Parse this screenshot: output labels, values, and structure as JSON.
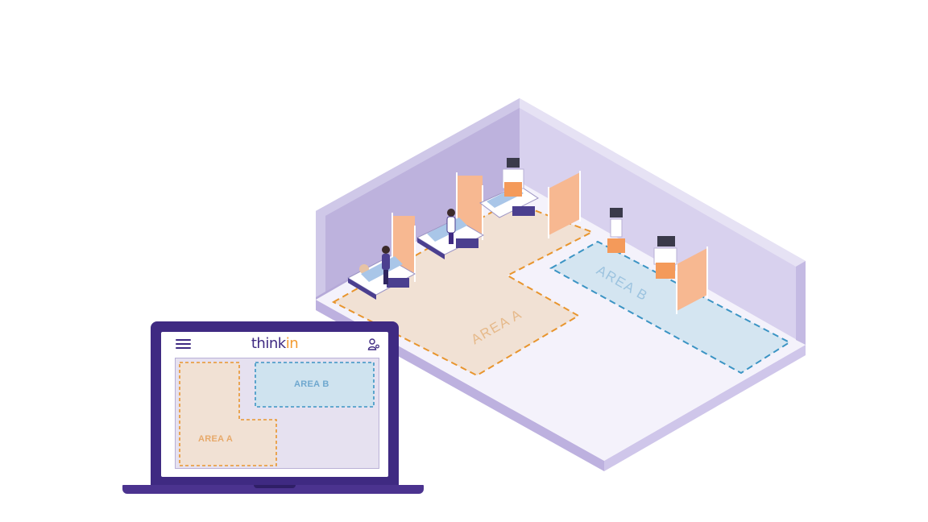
{
  "app": {
    "logo_main": "think",
    "logo_accent": "in"
  },
  "screen_map": {
    "area_a_label": "AREA A",
    "area_b_label": "AREA B"
  },
  "room": {
    "area_a_label": "AREA A",
    "area_b_label": "AREA B"
  },
  "colors": {
    "brand_purple": "#3f2a82",
    "logo_accent": "#f39a2e",
    "area_a_fill": "#f1e1d4",
    "area_a_border": "#e8952e",
    "area_b_fill": "#cfe3ef",
    "area_b_border": "#3b94c4",
    "wall_back": "#b5a9d8",
    "wall_right": "#cbc3e6",
    "floor": "#f4f2fb"
  },
  "icons": {
    "menu": "hamburger-menu-icon",
    "user": "user-settings-icon"
  }
}
